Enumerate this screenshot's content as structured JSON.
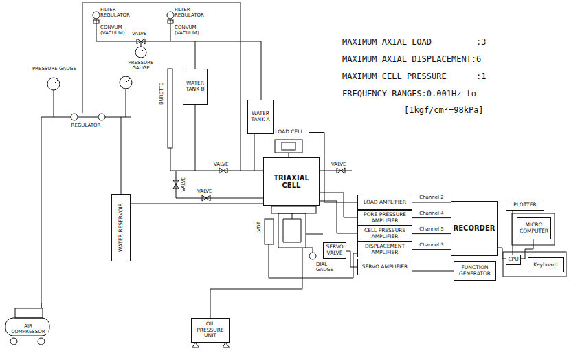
{
  "diagram": {
    "nodes": [
      {
        "text": [
          "WATER TANK B"
        ]
      },
      {
        "text": [
          "WATER TANK A"
        ]
      },
      {
        "text": [
          "LOAD CELL"
        ]
      },
      {
        "text": [
          "TRIAXIAL CELL"
        ]
      },
      {
        "text": [
          "WATER RESERVOIR"
        ]
      },
      {
        "text": [
          "SERVO VALVE"
        ]
      },
      {
        "text": [
          "OIL PRESSURE UNIT"
        ]
      },
      {
        "text": [
          "LOAD AMPLIFIER"
        ]
      },
      {
        "text": [
          "PORE PRESSURE AMPLIFIER"
        ]
      },
      {
        "text": [
          "CELL PRESSURE AMPLIFIER"
        ]
      },
      {
        "text": [
          "DISPLACEMENT AMPLIFIER"
        ]
      },
      {
        "text": [
          "SERVO AMPLIFIER"
        ]
      },
      {
        "text": [
          "RECORDER"
        ]
      },
      {
        "text": [
          "FUNCTION GENERATOR"
        ]
      },
      {
        "text": [
          "PLOTTER"
        ]
      },
      {
        "text": [
          "MICRO COMPUTER"
        ]
      },
      {
        "text": [
          "CPU"
        ]
      },
      {
        "text": [
          "Keyboard"
        ]
      }
    ],
    "edges": [
      {
        "from": 2,
        "to": 7,
        "arrow": "none"
      },
      {
        "from": 3,
        "to": 8,
        "arrow": "none"
      },
      {
        "from": 3,
        "to": 9,
        "arrow": "none"
      },
      {
        "from": 7,
        "to": 12,
        "label": "Channel 2",
        "arrow": "none"
      },
      {
        "from": 8,
        "to": 12,
        "label": "Channel 4",
        "arrow": "none"
      },
      {
        "from": 9,
        "to": 12,
        "label": "Channel 5",
        "arrow": "none"
      },
      {
        "from": 10,
        "to": 12,
        "label": "Channel 3",
        "arrow": "none"
      },
      {
        "from": 11,
        "to": 5,
        "arrow": "none"
      },
      {
        "from": 13,
        "to": 11,
        "arrow": "none"
      },
      {
        "from": 12,
        "to": 16,
        "arrow": "none"
      },
      {
        "from": 16,
        "to": 14,
        "arrow": "none"
      },
      {
        "from": 15,
        "to": 16,
        "arrow": "none"
      }
    ],
    "labels": [
      "FILTER REGULATOR",
      "FILTER REGULATOR",
      "CONVUM (VACUUM)",
      "CONVUM (VACUUM)",
      "VALVE",
      "PRESSURE GAUGE",
      "MAXIMUM AXIAL LOAD         :3",
      "MAXIMUM AXIAL DISPLACEMENT:6",
      "MAXIMUM CELL PRESSURE      :1",
      "FREQUENCY RANGES:0.001Hz to",
      "[1kgf/cm²=98kPa]",
      "BURETTE",
      "PRESSURE GAUGE",
      "REGULATOR",
      "VALVE",
      "VALVE",
      "VALVE",
      "VALVE",
      "LVDT",
      "DIAL GAUGE",
      "AIR COMPRESSOR"
    ]
  }
}
